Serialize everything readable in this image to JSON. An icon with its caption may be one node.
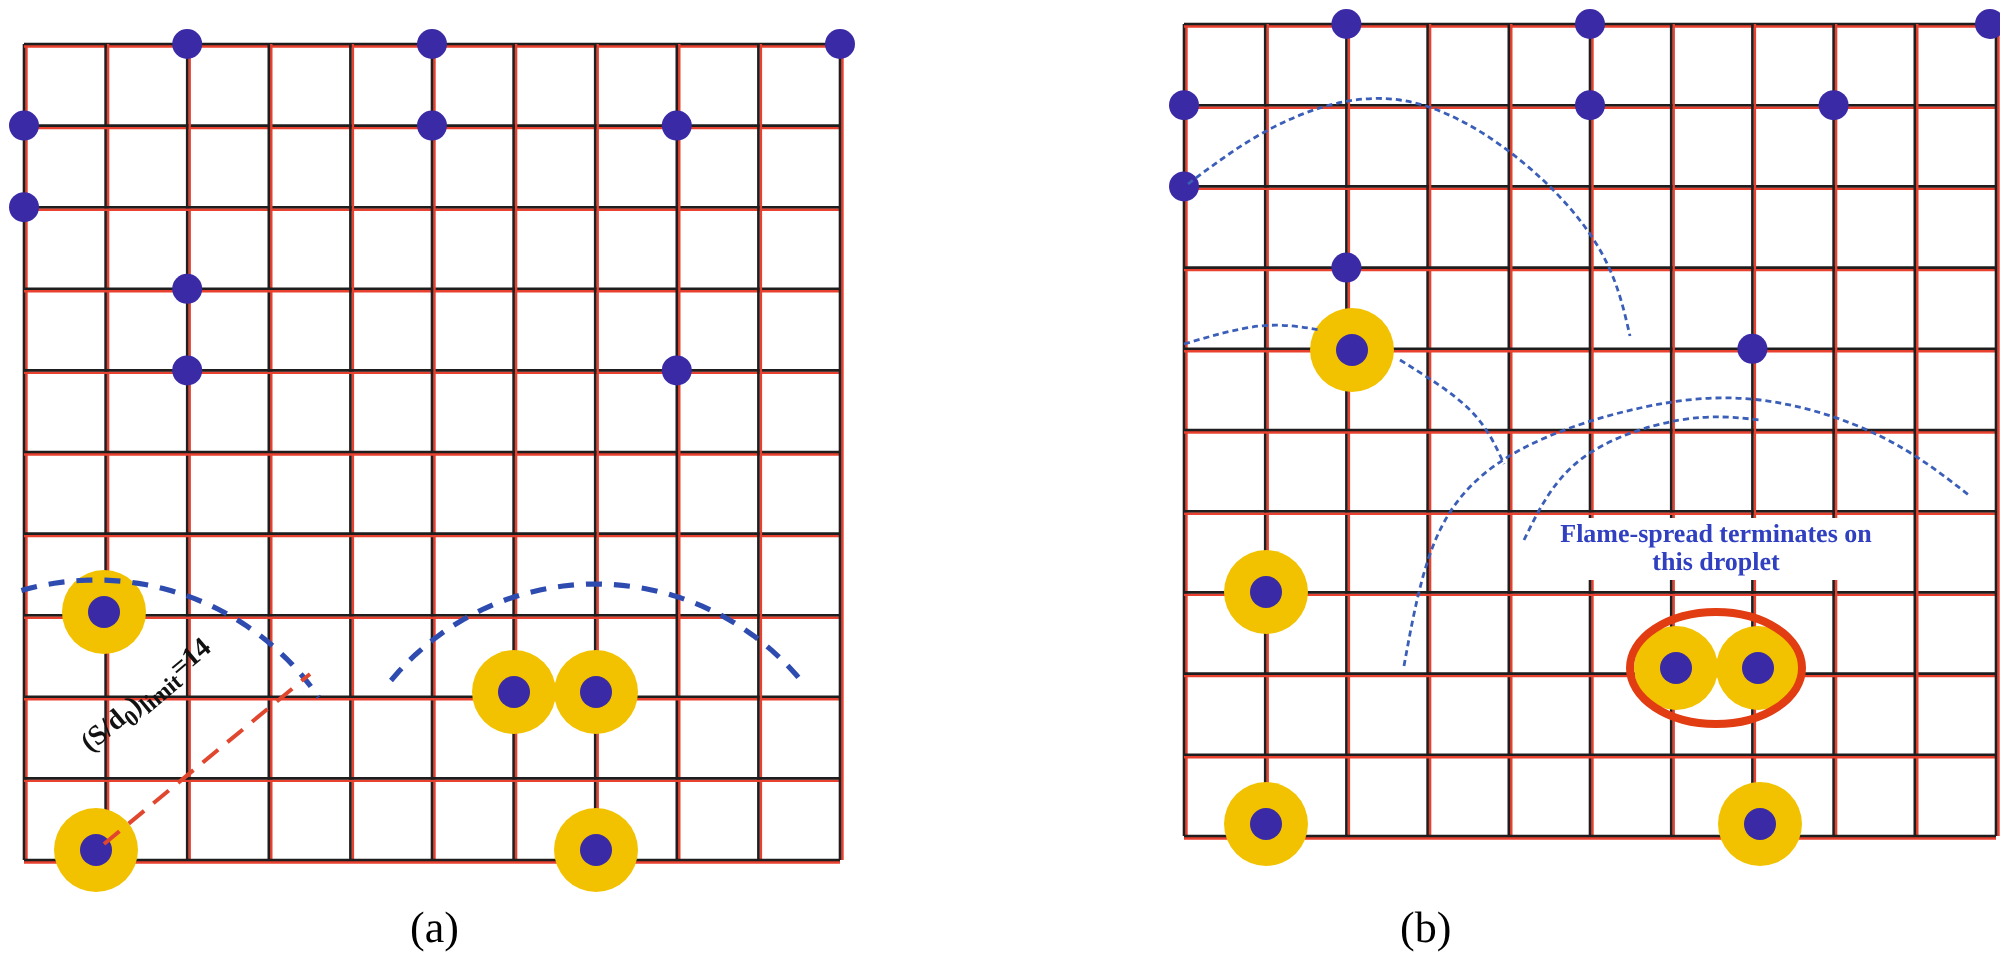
{
  "diagram": {
    "labels": [
      "(S/d$_{0}$)$_{limit}$=14",
      "(a)",
      "Flame-spread terminates on this droplet",
      "(b)"
    ]
  }
}
